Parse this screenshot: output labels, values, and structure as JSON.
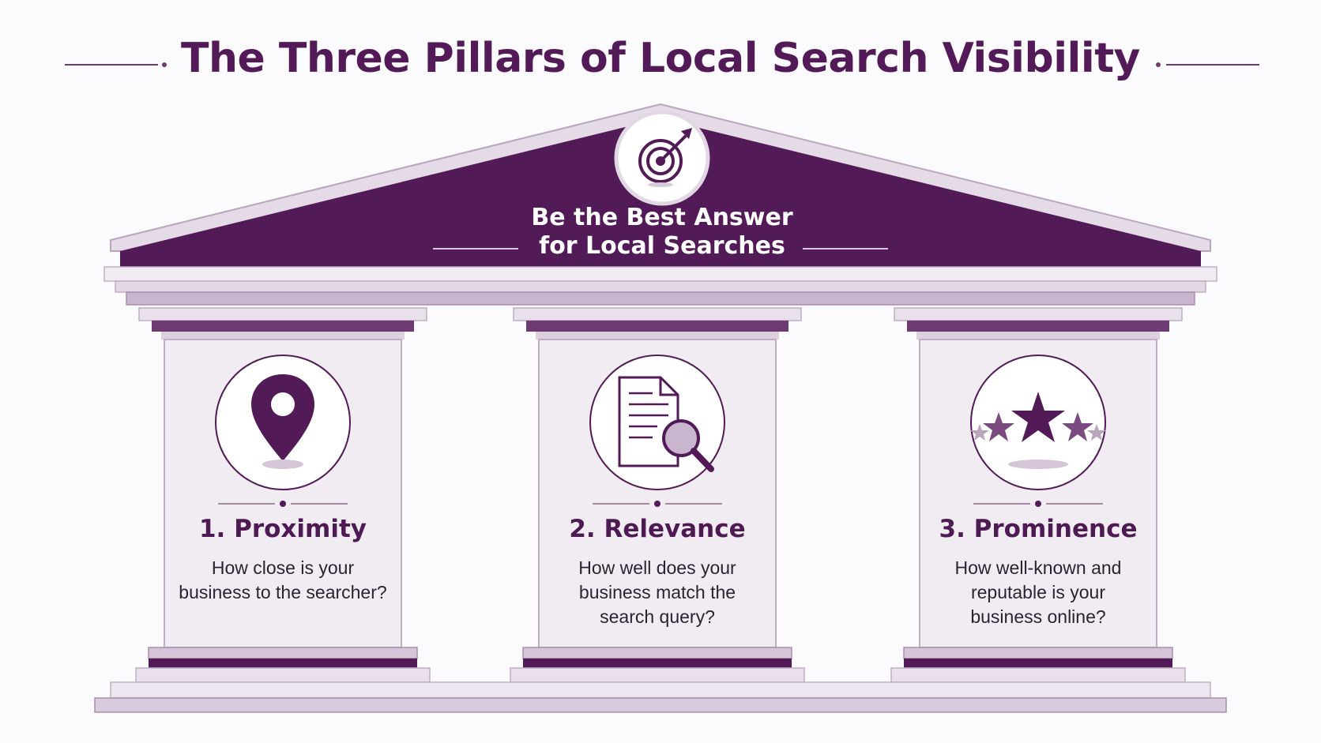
{
  "header": {
    "title": "The Three Pillars of Local Search Visibility"
  },
  "roof": {
    "line1": "Be the Best Answer",
    "line2": "for Local Searches",
    "icon": "target-arrow-icon"
  },
  "pillars": [
    {
      "title": "1. Proximity",
      "description": "How close is your\nbusiness to the searcher?",
      "icon": "map-pin-icon"
    },
    {
      "title": "2. Relevance",
      "description": "How well does your\nbusiness match the\nsearch query?",
      "icon": "document-search-icon"
    },
    {
      "title": "3. Prominence",
      "description": "How well-known and\nreputable is your\nbusiness online?",
      "icon": "stars-rating-icon"
    }
  ],
  "colors": {
    "primary": "#521a56",
    "light": "#ece6ee",
    "mid": "#cdbdd0",
    "background": "#fbfafc"
  }
}
